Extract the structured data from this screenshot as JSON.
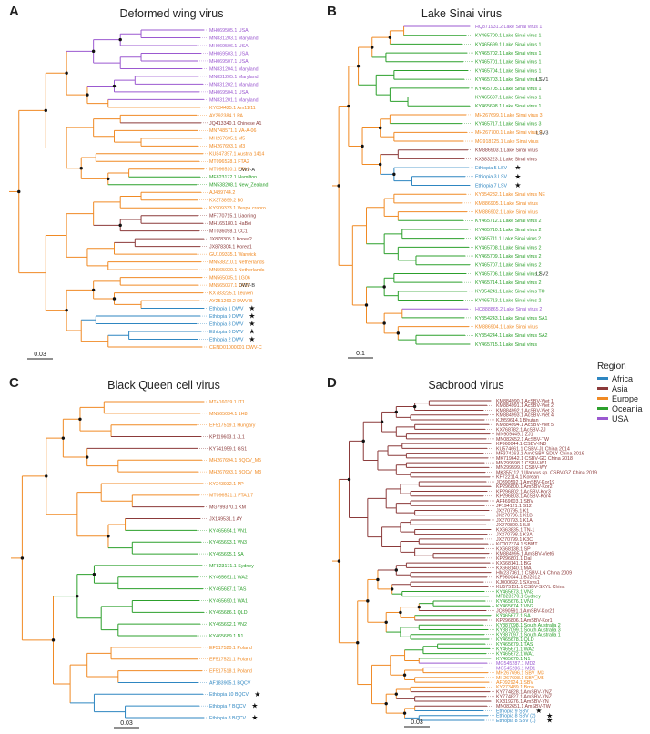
{
  "colors": {
    "Africa": "#2e86c1",
    "Asia": "#8b3a3a",
    "Europe": "#f08a24",
    "Oceania": "#2ca02c",
    "USA": "#9b59d0"
  },
  "legend": {
    "title": "Region",
    "items": [
      {
        "label": "Africa",
        "color": "#2e86c1"
      },
      {
        "label": "Asia",
        "color": "#8b3a3a"
      },
      {
        "label": "Europe",
        "color": "#f08a24"
      },
      {
        "label": "Oceania",
        "color": "#2ca02c"
      },
      {
        "label": "USA",
        "color": "#9b59d0"
      }
    ]
  },
  "panels": [
    {
      "id": "A",
      "letter": "A",
      "title": "Deformed wing virus",
      "scale": "0.03",
      "clades": [
        {
          "label": "DWV-A",
          "row": 18
        },
        {
          "label": "DWV-B",
          "row": 33
        }
      ],
      "tips": [
        [
          "MH069505.1 USA",
          "USA"
        ],
        [
          "MN831203.1 Maryland",
          "USA"
        ],
        [
          "MH069506.1 USA",
          "USA"
        ],
        [
          "MH069503.1 USA",
          "USA"
        ],
        [
          "MH069507.1 USA",
          "USA"
        ],
        [
          "MN831204.1 Maryland",
          "USA"
        ],
        [
          "MN831205.1 Maryland",
          "USA"
        ],
        [
          "MN831202.1 Maryland",
          "USA"
        ],
        [
          "MH069504.1 USA",
          "USA"
        ],
        [
          "MN831201.1 Maryland",
          "USA"
        ],
        [
          "KY034425.1 Am11/11",
          "Europe"
        ],
        [
          "AY292384.1 PA",
          "Europe"
        ],
        [
          "JQ413340.1 Chinese A1",
          "Asia"
        ],
        [
          "MN748571.1 VA-A-06",
          "Europe"
        ],
        [
          "MH267695.1 M5",
          "Europe"
        ],
        [
          "MH267693.1 M3",
          "Europe"
        ],
        [
          "KU847397.1 Austria 1414",
          "Europe"
        ],
        [
          "MT096528.1 FTA2",
          "Europe"
        ],
        [
          "MT096510.1 FTA1",
          "Europe"
        ],
        [
          "MF823172.1 Hamilton",
          "Oceania"
        ],
        [
          "MN538208.1 New_Zealand",
          "Oceania"
        ],
        [
          "AJ489744.2",
          "Europe"
        ],
        [
          "KX373899.2 B0",
          "Europe"
        ],
        [
          "KY909333.1 Vespa crabro",
          "Europe"
        ],
        [
          "MF770715.1 Liaoning",
          "Asia"
        ],
        [
          "MH165180.1 HaBei",
          "Asia"
        ],
        [
          "MT036098.1 CC1",
          "Asia"
        ],
        [
          "JX878305.1 Korea2",
          "Asia"
        ],
        [
          "JX878304.1 Korea1",
          "Asia"
        ],
        [
          "GU109335.1 Warwick",
          "Europe"
        ],
        [
          "MN538210.1 Netherlands",
          "Europe"
        ],
        [
          "MN565030.1 Netherlands",
          "Europe"
        ],
        [
          "MN565035.1 1G06",
          "Europe"
        ],
        [
          "MN565037.1 1H10",
          "Europe"
        ],
        [
          "KX783225.1 Leuven",
          "Europe"
        ],
        [
          "AY251269.2 DWV-B",
          "Europe"
        ],
        [
          "Ethiopia 1 DWV",
          "Africa"
        ],
        [
          "Ethiopia 9 DWV",
          "Africa"
        ],
        [
          "Ethiopia 8 DWV",
          "Africa"
        ],
        [
          "Ethiopia 6 DWV",
          "Africa"
        ],
        [
          "Ethiopia 2 DWV",
          "Africa"
        ],
        [
          "CEND01000001 DWV-C",
          "Europe"
        ]
      ],
      "star_tips": [
        "Ethiopia 1 DWV",
        "Ethiopia 9 DWV",
        "Ethiopia 8 DWV",
        "Ethiopia 6 DWV",
        "Ethiopia 2 DWV"
      ]
    },
    {
      "id": "B",
      "letter": "B",
      "title": "Lake Sinai virus",
      "scale": "0.1",
      "clades": [
        {
          "label": "LSV1",
          "row": 6
        },
        {
          "label": "LSV3",
          "row": 12
        },
        {
          "label": "LSV2",
          "row": 28
        }
      ],
      "tips": [
        [
          "HQ871931.2 Lake Sinai virus 1",
          "USA"
        ],
        [
          "KY465700.1 Lake Sinai virus 1",
          "Oceania"
        ],
        [
          "KY465699.1 Lake Sinai virus 1",
          "Oceania"
        ],
        [
          "KY465702.1 Lake Sinai virus 1",
          "Oceania"
        ],
        [
          "KY465701.1 Lake Sinai virus 1",
          "Oceania"
        ],
        [
          "KY465704.1 Lake Sinai virus 1",
          "Oceania"
        ],
        [
          "KY465703.1 Lake Sinai virus 1",
          "Oceania"
        ],
        [
          "KY465705.1 Lake Sinai virus 1",
          "Oceania"
        ],
        [
          "KY465697.1 Lake Sinai virus 1",
          "Oceania"
        ],
        [
          "KY465698.1 Lake Sinai virus 1",
          "Oceania"
        ],
        [
          "MH267699.1 Lake Sinai virus 3",
          "Europe"
        ],
        [
          "KY465717.1 Lake Sinai virus 3",
          "Oceania"
        ],
        [
          "MH267700.1 Lake Sinai virus 3",
          "Europe"
        ],
        [
          "MG918125.1 Lake Sinai virus",
          "Europe"
        ],
        [
          "KM886903.1 Lake Sinai virus",
          "Asia"
        ],
        [
          "KX883223.1 Lake Sinai virus",
          "Asia"
        ],
        [
          "Ethiopia 5 LSV",
          "Africa"
        ],
        [
          "Ethiopia 3 LSV",
          "Africa"
        ],
        [
          "Ethiopia 7 LSV",
          "Africa"
        ],
        [
          "KY354232.1 Lake Sinai virus NE",
          "Europe"
        ],
        [
          "KM886905.1 Lake Sinai virus",
          "Europe"
        ],
        [
          "KM886902.1 Lake Sinai virus",
          "Europe"
        ],
        [
          "KY465712.1 Lake Sinai virus 2",
          "Oceania"
        ],
        [
          "KY465710.1 Lake Sinai virus 2",
          "Oceania"
        ],
        [
          "KY465711.1 Lake Sinai virus 2",
          "Oceania"
        ],
        [
          "KY465708.1 Lake Sinai virus 2",
          "Oceania"
        ],
        [
          "KY465709.1 Lake Sinai virus 2",
          "Oceania"
        ],
        [
          "KY465707.1 Lake Sinai virus 2",
          "Oceania"
        ],
        [
          "KY465706.1 Lake Sinai virus 2",
          "Oceania"
        ],
        [
          "KY465714.1 Lake Sinai virus 2",
          "Oceania"
        ],
        [
          "KY354241.1 Lake Sinai virus TO",
          "Oceania"
        ],
        [
          "KY465713.1 Lake Sinai virus 2",
          "Oceania"
        ],
        [
          "HQ888865.2 Lake Sinai virus 2",
          "USA"
        ],
        [
          "KY354243.1 Lake Sinai virus SA1",
          "Oceania"
        ],
        [
          "KM886904.1 Lake Sinai virus",
          "Europe"
        ],
        [
          "KY354244.1 Lake Sinai virus SA2",
          "Oceania"
        ],
        [
          "KY465715.1 Lake Sinai virus",
          "Oceania"
        ]
      ],
      "star_tips": [
        "Ethiopia 5 LSV",
        "Ethiopia 3 LSV",
        "Ethiopia 7 LSV"
      ]
    },
    {
      "id": "C",
      "letter": "C",
      "title": "Black Queen cell virus",
      "scale": "0.03",
      "clades": [],
      "tips": [
        [
          "MT416039.1 IT1",
          "Europe"
        ],
        [
          "MN565034.1 1H8",
          "Europe"
        ],
        [
          "EF517519.1 Hungary",
          "Europe"
        ],
        [
          "KP119603.1 JL1",
          "Asia"
        ],
        [
          "KY741959.1 GS1",
          "Asia"
        ],
        [
          "MH267694.1 BQCV_M5",
          "Europe"
        ],
        [
          "MH267693.1 BQCV_M3",
          "Europe"
        ],
        [
          "KY243932.1 PP",
          "Europe"
        ],
        [
          "MT096521.1 FTA1.7",
          "Europe"
        ],
        [
          "MG799370.1 KM",
          "Asia"
        ],
        [
          "JX149531.1 AY",
          "Asia"
        ],
        [
          "KY465694.1 VN1",
          "Oceania"
        ],
        [
          "KY465693.1 VN3",
          "Oceania"
        ],
        [
          "KY465695.1 SA",
          "Oceania"
        ],
        [
          "MF823171.1 Sydney",
          "Oceania"
        ],
        [
          "KY465691.1 WA2",
          "Oceania"
        ],
        [
          "KY465687.1 TAS",
          "Oceania"
        ],
        [
          "KY465690.1 WA1",
          "Oceania"
        ],
        [
          "KY465686.1 QLD",
          "Oceania"
        ],
        [
          "KY465692.1 VN2",
          "Oceania"
        ],
        [
          "KY465689.1 N1",
          "Oceania"
        ],
        [
          "EF517520.1 Poland",
          "Europe"
        ],
        [
          "EF517521.1 Poland",
          "Europe"
        ],
        [
          "EF517518.1 Poland",
          "Europe"
        ],
        [
          "AF183905.1 BQCV",
          "Africa"
        ],
        [
          "Ethiopia 10 BQCV",
          "Africa"
        ],
        [
          "Ethiopia 7 BQCV",
          "Africa"
        ],
        [
          "Ethiopia 8 BQCV",
          "Africa"
        ]
      ],
      "star_tips": [
        "Ethiopia 10 BQCV",
        "Ethiopia 7 BQCV",
        "Ethiopia 8 BQCV"
      ]
    },
    {
      "id": "D",
      "letter": "D",
      "title": "Sacbrood virus",
      "scale": "0.03",
      "clades": [],
      "tips": [
        [
          "KM884990.1 AcSBV-Viet 1",
          "Asia"
        ],
        [
          "KM884991.1 AcSBV-Viet 2",
          "Asia"
        ],
        [
          "KM884992.1 AcSBV-Viet 3",
          "Asia"
        ],
        [
          "KM884993.1 AcSBV-Viet 4",
          "Asia"
        ],
        [
          "KJ959614.1 Bhutan",
          "Asia"
        ],
        [
          "KM884994.1 AcSBV-Viet 5",
          "Asia"
        ],
        [
          "KX768782.1 AcSBV-ZJ",
          "Asia"
        ],
        [
          "MN909449.1 ZJ1",
          "Asia"
        ],
        [
          "MN082652.1 AcSBV-TW",
          "Asia"
        ],
        [
          "KF960044.1 CSBV-IND",
          "Asia"
        ],
        [
          "KU574661.1 CSBV-JL China 2014",
          "Asia"
        ],
        [
          "MF374263.1 AmCSBV-SDLY China 2016",
          "Asia"
        ],
        [
          "MK719642.1 CSBV-GC China 2018",
          "Asia"
        ],
        [
          "MN299598.1 CSBV-WJ",
          "Asia"
        ],
        [
          "MN299599.1 CSBV-WY",
          "Asia"
        ],
        [
          "MK355112.1 Illarivus sp. CSBV-GZ China 2019",
          "Asia"
        ],
        [
          "KF722114.1 Korean",
          "Asia"
        ],
        [
          "JQ390592.1 AmSBV-Kor19",
          "Asia"
        ],
        [
          "KP296800.1 AmSBV-Kor2",
          "Asia"
        ],
        [
          "KP296802.1 AcSBV-Kor3",
          "Asia"
        ],
        [
          "KP296803.1 AcSBV-Kor4",
          "Asia"
        ],
        [
          "AF469603.1 SBV",
          "Asia"
        ],
        [
          "JF194121.1 S12",
          "Asia"
        ],
        [
          "JX270795.1 K1",
          "Asia"
        ],
        [
          "JX270796.1 K1B",
          "Asia"
        ],
        [
          "JX270793.1 K1A",
          "Asia"
        ],
        [
          "JX270800.1 IL8",
          "Asia"
        ],
        [
          "KX663835.1 TN-1",
          "Asia"
        ],
        [
          "JX270798.1 K3A",
          "Asia"
        ],
        [
          "JX270799.1 K3C",
          "Asia"
        ],
        [
          "KC007374.1 SBMT",
          "Asia"
        ],
        [
          "KX668138.1 SP",
          "Asia"
        ],
        [
          "KM884995.1 AmSBV-Viet6",
          "Asia"
        ],
        [
          "KP296801.1 Dal",
          "Asia"
        ],
        [
          "KX668141.1 BG",
          "Asia"
        ],
        [
          "KX668140.1 MA",
          "Asia"
        ],
        [
          "HM237361.1 CSBV-LN China 2009",
          "Asia"
        ],
        [
          "KF960044.1 BJ2012",
          "Asia"
        ],
        [
          "KJ000692.1 SXsys1",
          "Asia"
        ],
        [
          "KU575151.1 CSBV-SXYL China",
          "Asia"
        ],
        [
          "KY465673.1 VN3",
          "Oceania"
        ],
        [
          "MF823170.1 Sydney",
          "Oceania"
        ],
        [
          "KY465676.1 VN1",
          "Oceania"
        ],
        [
          "KY465674.1 VN2",
          "Oceania"
        ],
        [
          "JQ390591.1 AmSBV-Kor21",
          "Asia"
        ],
        [
          "KY465677.1 SA",
          "Oceania"
        ],
        [
          "KP296806.1 AmSBV-Kor1",
          "Asia"
        ],
        [
          "KY887098.1 South Australia 2",
          "Oceania"
        ],
        [
          "KY887099.1 South Australia 3",
          "Oceania"
        ],
        [
          "KY887097.1 South Australia 1",
          "Oceania"
        ],
        [
          "KY465678.1 QLD",
          "Oceania"
        ],
        [
          "KY465679.1 TAS",
          "Oceania"
        ],
        [
          "KY465671.1 WA2",
          "Oceania"
        ],
        [
          "KY465672.1 WA1",
          "Oceania"
        ],
        [
          "KY465670.1 N1",
          "Oceania"
        ],
        [
          "MG545287.1 MD2",
          "USA"
        ],
        [
          "MG545286.1 MD1",
          "USA"
        ],
        [
          "MH267696.1 SBV_M3",
          "Europe"
        ],
        [
          "MH267698.1 SBV_M5",
          "Europe"
        ],
        [
          "AF092924.1 SBV",
          "Europe"
        ],
        [
          "KY273489.1 Brno",
          "Europe"
        ],
        [
          "KY774828.1 AmSBV-YNZ",
          "Asia"
        ],
        [
          "KY774827.1 AmSBV-YNZ",
          "Asia"
        ],
        [
          "KX819276.1 AmSBV-YN",
          "Asia"
        ],
        [
          "MN082651.1 AmSBV-TW",
          "Asia"
        ],
        [
          "Ethiopia 9 SBV",
          "Africa"
        ],
        [
          "Ethiopia 8 SBV (2)",
          "Africa"
        ],
        [
          "Ethiopia 8 SBV (1)",
          "Africa"
        ]
      ],
      "star_tips": [
        "Ethiopia 9 SBV",
        "Ethiopia 8 SBV (2)",
        "Ethiopia 8 SBV (1)"
      ]
    }
  ]
}
